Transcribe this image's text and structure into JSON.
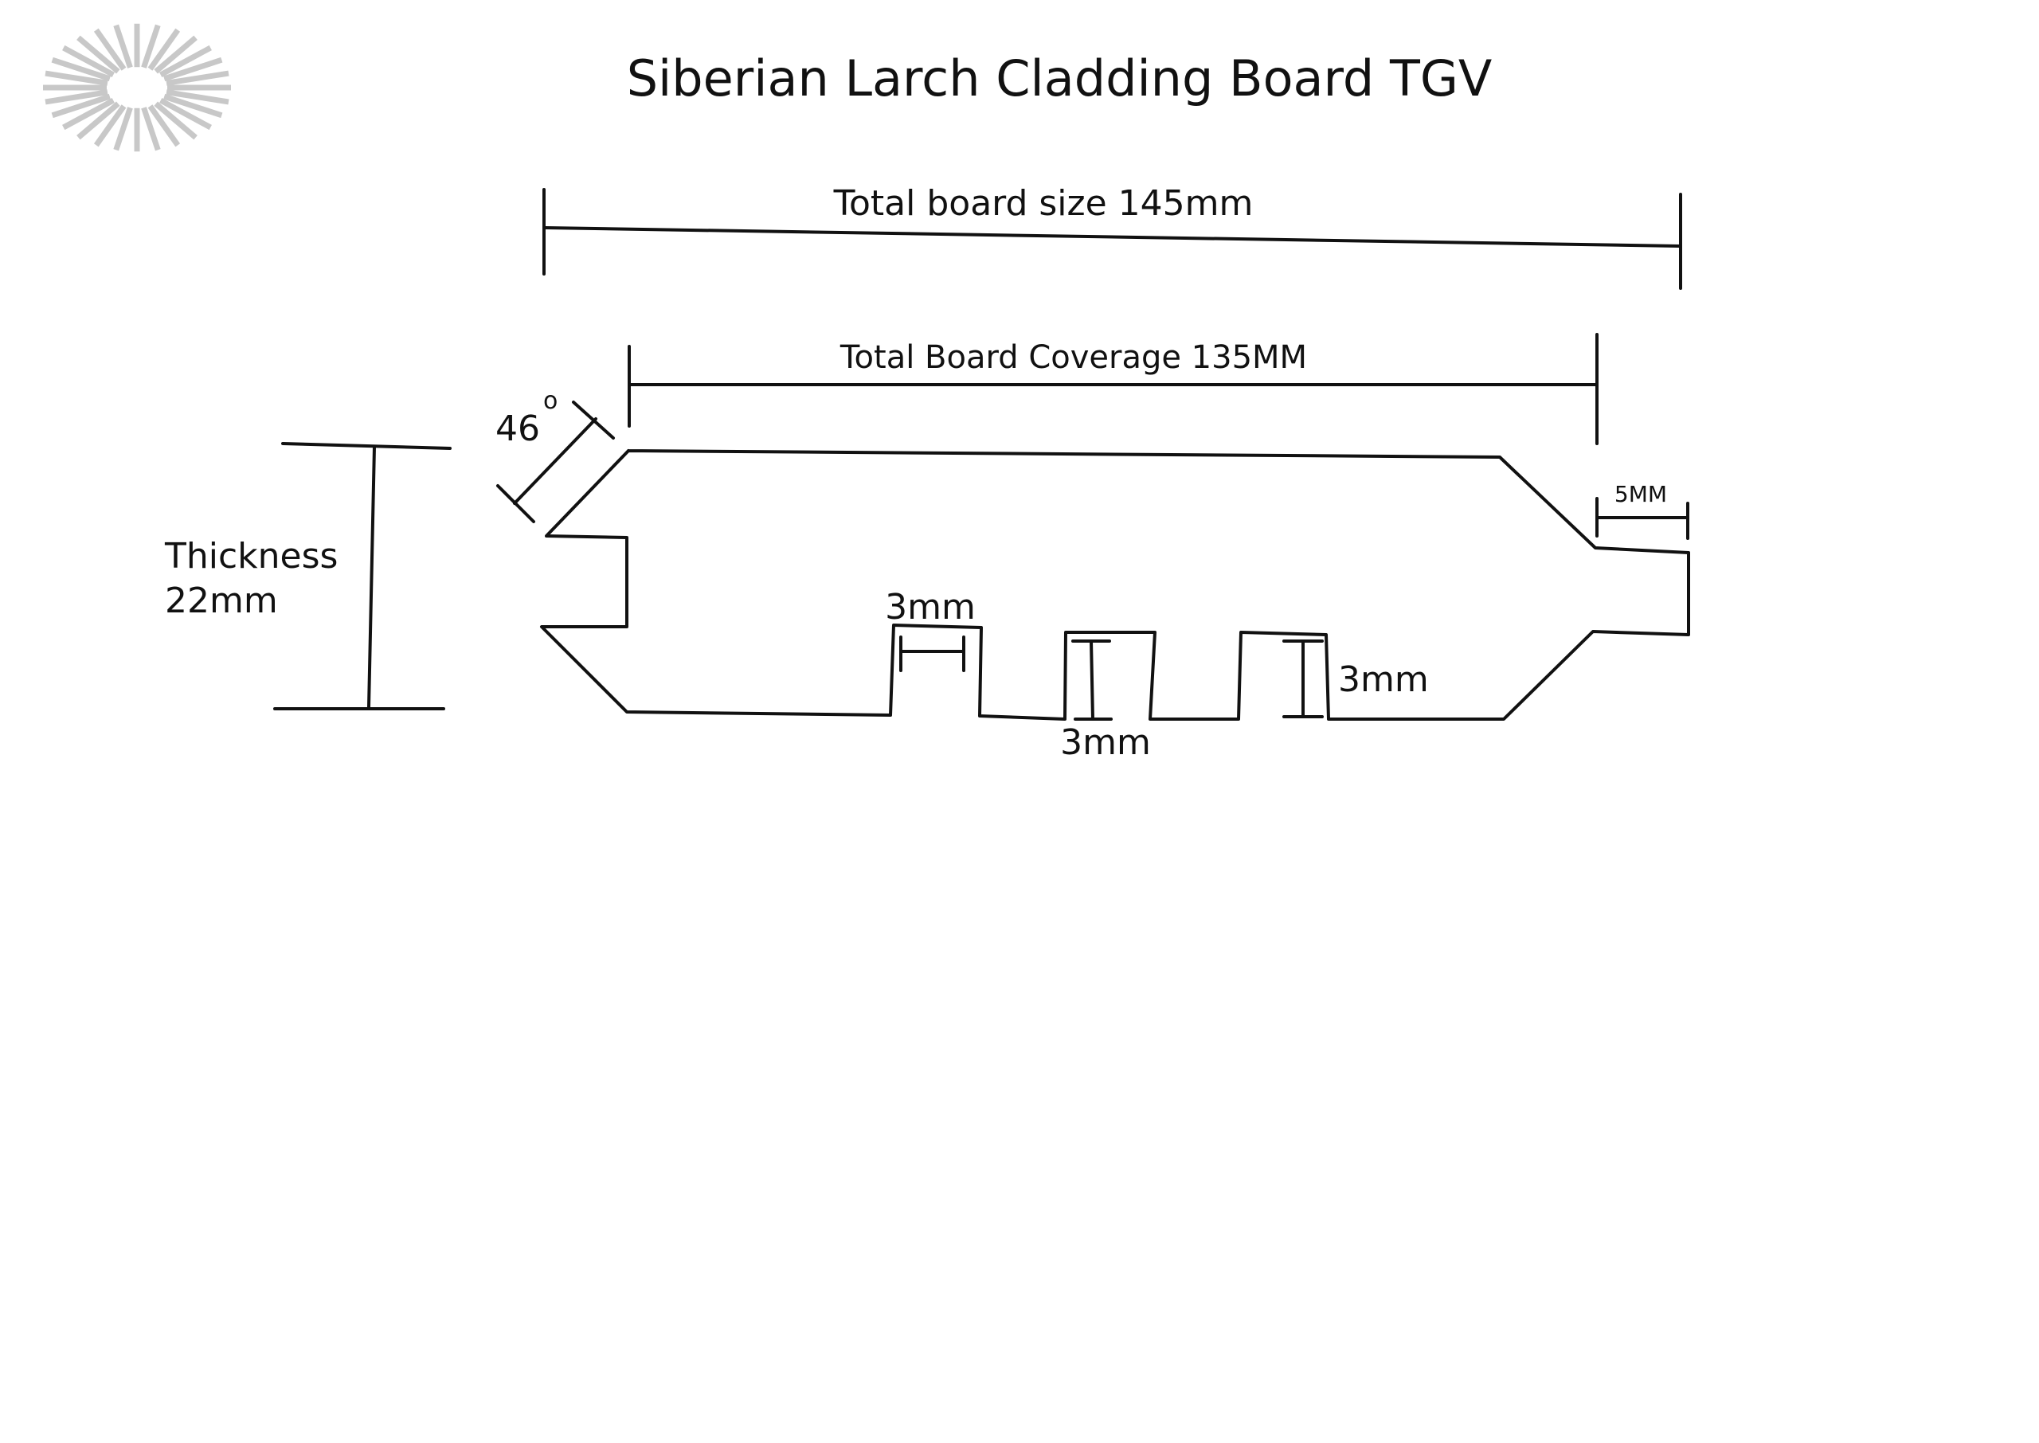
{
  "title": "Siberian Larch Cladding Board TGV",
  "labels": {
    "total_board_size": "Total board size 145mm",
    "total_board_coverage": "Total Board Coverage 135MM",
    "thickness_line1": "Thickness",
    "thickness_line2": "22mm",
    "angle_value": "46",
    "angle_degree_mark": "o",
    "tongue_dimension": "5MM",
    "groove_width": "3mm",
    "groove_spacing": "3mm",
    "groove_depth": "3mm"
  },
  "colors": {
    "line": "#111111",
    "logo": "#c8c8c8",
    "background": "#ffffff"
  },
  "icons": {
    "logo": "sunburst-logo-icon"
  }
}
